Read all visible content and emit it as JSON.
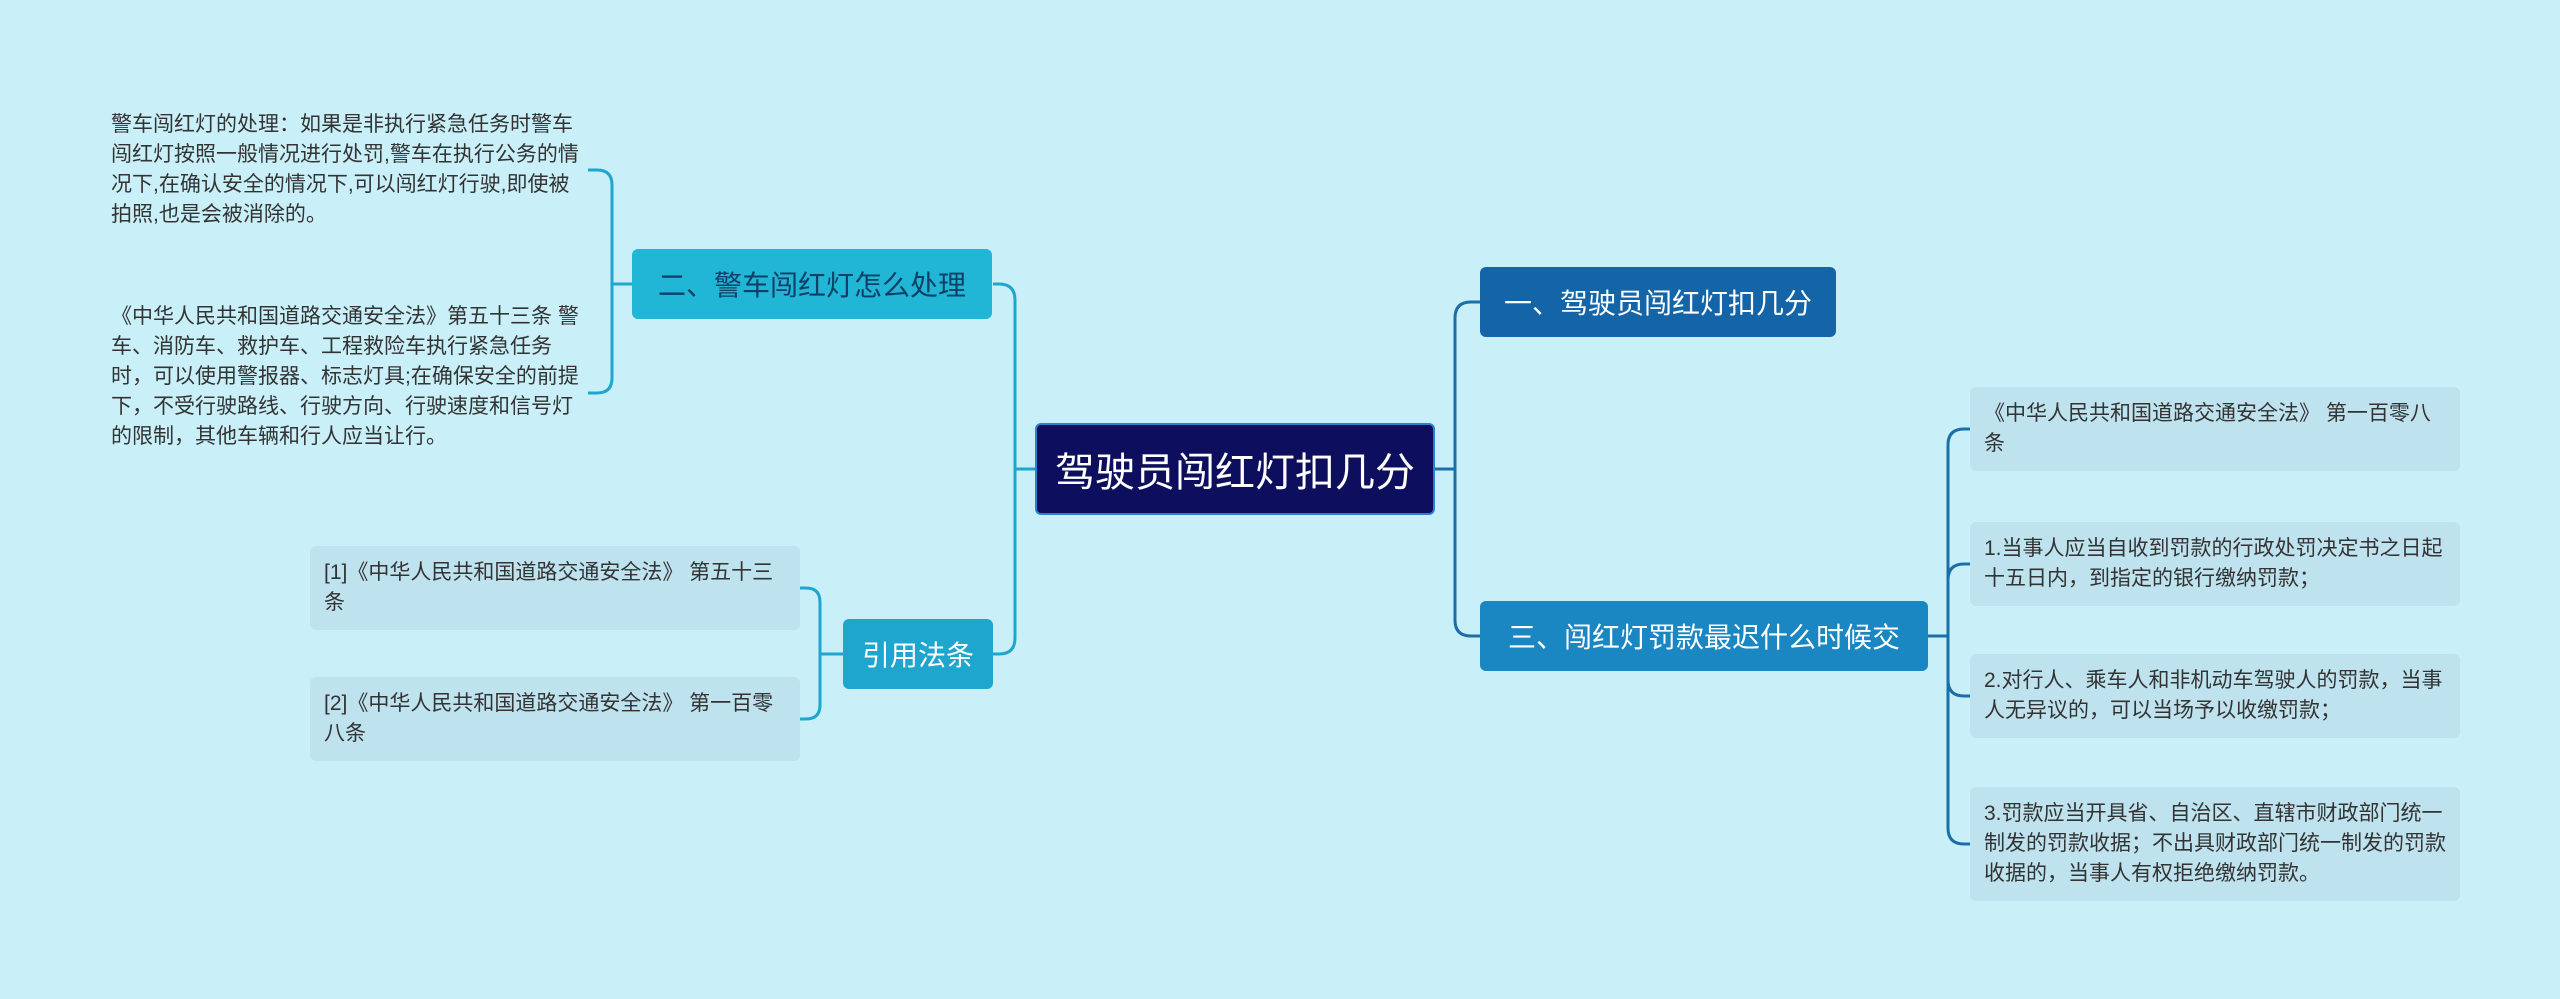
{
  "root": "驾驶员闯红灯扣几分",
  "branches": {
    "b1": "一、驾驶员闯红灯扣几分",
    "b2": "二、警车闯红灯怎么处理",
    "b3": "三、闯红灯罚款最迟什么时候交",
    "refs": "引用法条"
  },
  "b2_children": {
    "c1": "警车闯红灯的处理：如果是非执行紧急任务时警车闯红灯按照一般情况进行处罚,警车在执行公务的情况下,在确认安全的情况下,可以闯红灯行驶,即使被拍照,也是会被消除的。",
    "c2": "《中华人民共和国道路交通安全法》第五十三条 警车、消防车、救护车、工程救险车执行紧急任务时，可以使用警报器、标志灯具;在确保安全的前提下，不受行驶路线、行驶方向、行驶速度和信号灯的限制，其他车辆和行人应当让行。"
  },
  "b3_children": {
    "c1": "《中华人民共和国道路交通安全法》 第一百零八条",
    "c2": "1.当事人应当自收到罚款的行政处罚决定书之日起十五日内，到指定的银行缴纳罚款；",
    "c3": "2.对行人、乘车人和非机动车驾驶人的罚款，当事人无异议的，可以当场予以收缴罚款；",
    "c4": "3.罚款应当开具省、自治区、直辖市财政部门统一制发的罚款收据；不出具财政部门统一制发的罚款收据的，当事人有权拒绝缴纳罚款。"
  },
  "ref_children": {
    "r1": "[1]《中华人民共和国道路交通安全法》 第五十三条",
    "r2": "[2]《中华人民共和国道路交通安全法》 第一百零八条"
  },
  "colors": {
    "background": "#c9f0f8",
    "root": "#0d0f5e",
    "branch_dark": "#1465a8",
    "branch_mid": "#1a86c2",
    "branch_cyan": "#21b5d6",
    "leaf_fill": "#bee2ee",
    "connector_right": "#1b6fa8",
    "connector_left": "#1fa6cf"
  }
}
